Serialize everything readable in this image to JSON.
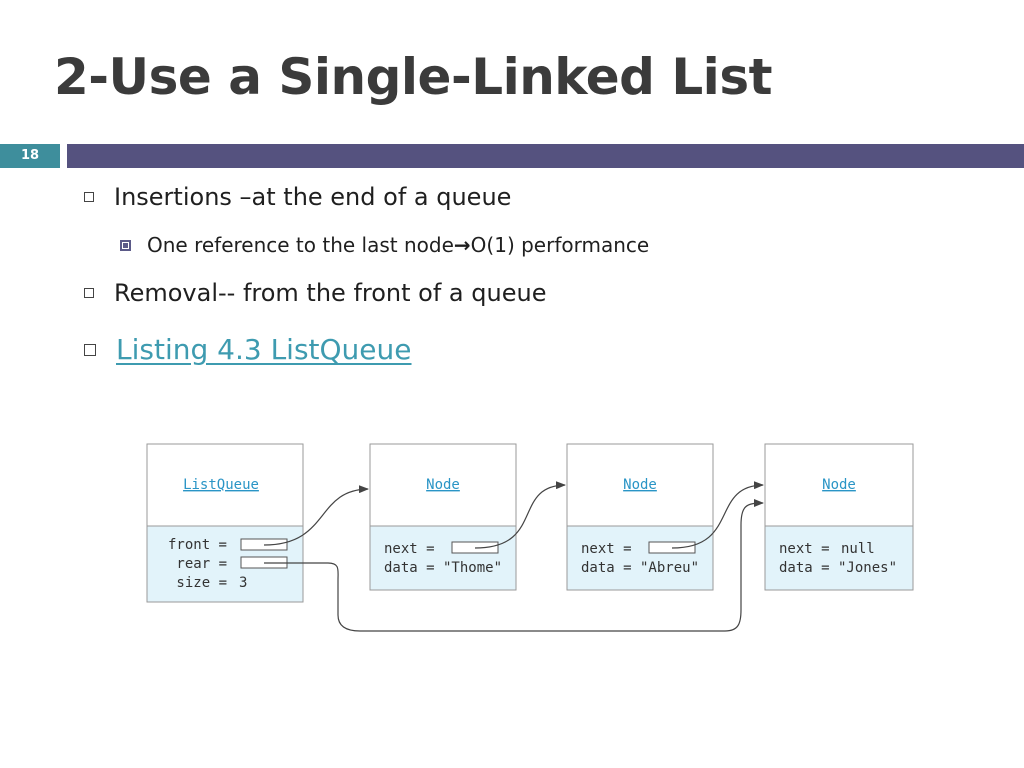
{
  "slide": {
    "title": "2-Use a Single-Linked List",
    "number": "18"
  },
  "bullets": {
    "b1": "Insertions –at the end of a queue",
    "b1_sub": "One reference to the last node",
    "b1_sub_arrow": "→",
    "b1_sub_tail": "O(1) performance",
    "b2": "Removal-- from the front of a queue",
    "b3_link": "Listing 4.3 ListQueue"
  },
  "diagram": {
    "listqueue": {
      "title": "ListQueue",
      "front_label": "front =",
      "rear_label": "rear =",
      "size_label": "size =",
      "size_value": "3"
    },
    "nodes": [
      {
        "title": "Node",
        "next_label": "next =",
        "next_value": "",
        "data": "data = \"Thome\""
      },
      {
        "title": "Node",
        "next_label": "next =",
        "next_value": "",
        "data": "data = \"Abreu\""
      },
      {
        "title": "Node",
        "next_label": "next =",
        "next_value": "null",
        "data": "data = \"Jones\""
      }
    ],
    "colors": {
      "box_fill": "#e2f3fa",
      "title_text": "#2a95c6",
      "border": "#9a9a9a"
    }
  }
}
